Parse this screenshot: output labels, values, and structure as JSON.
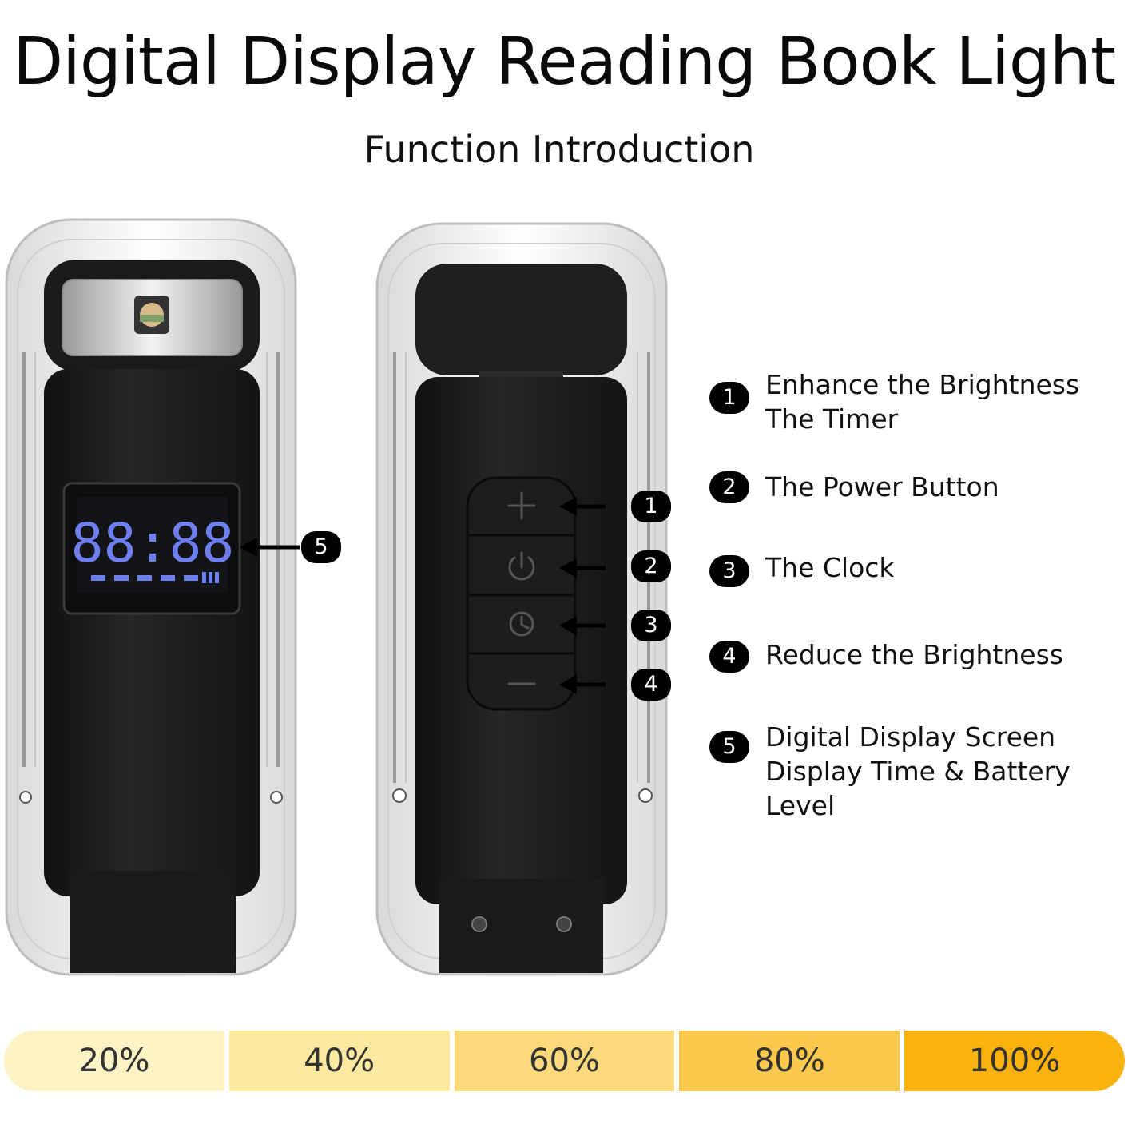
{
  "header": {
    "title": "Digital Display Reading Book Light",
    "subtitle": "Function Introduction"
  },
  "display": {
    "digits": "88:88",
    "badge": "5"
  },
  "buttons": [
    {
      "badge": "1",
      "icon": "plus-icon"
    },
    {
      "badge": "2",
      "icon": "power-icon"
    },
    {
      "badge": "3",
      "icon": "clock-icon"
    },
    {
      "badge": "4",
      "icon": "minus-icon"
    }
  ],
  "callouts": [
    {
      "num": "1",
      "lines": [
        "Enhance the Brightness",
        "The Timer"
      ]
    },
    {
      "num": "2",
      "lines": [
        "The Power Button"
      ]
    },
    {
      "num": "3",
      "lines": [
        "The Clock"
      ]
    },
    {
      "num": "4",
      "lines": [
        "Reduce the Brightness"
      ]
    },
    {
      "num": "5",
      "lines": [
        "Digital Display Screen",
        "Display Time & Battery Level"
      ]
    }
  ],
  "brightness_levels": [
    {
      "label": "20%",
      "color": "#fdf3c4"
    },
    {
      "label": "40%",
      "color": "#fde9a0"
    },
    {
      "label": "60%",
      "color": "#fcd97a"
    },
    {
      "label": "80%",
      "color": "#fbc94e"
    },
    {
      "label": "100%",
      "color": "#f9b20e"
    }
  ],
  "colors": {
    "body": "#1b1b1b",
    "frame": "#f4f4f4",
    "lcd": "#6e7ff0",
    "badge": "#000000"
  }
}
